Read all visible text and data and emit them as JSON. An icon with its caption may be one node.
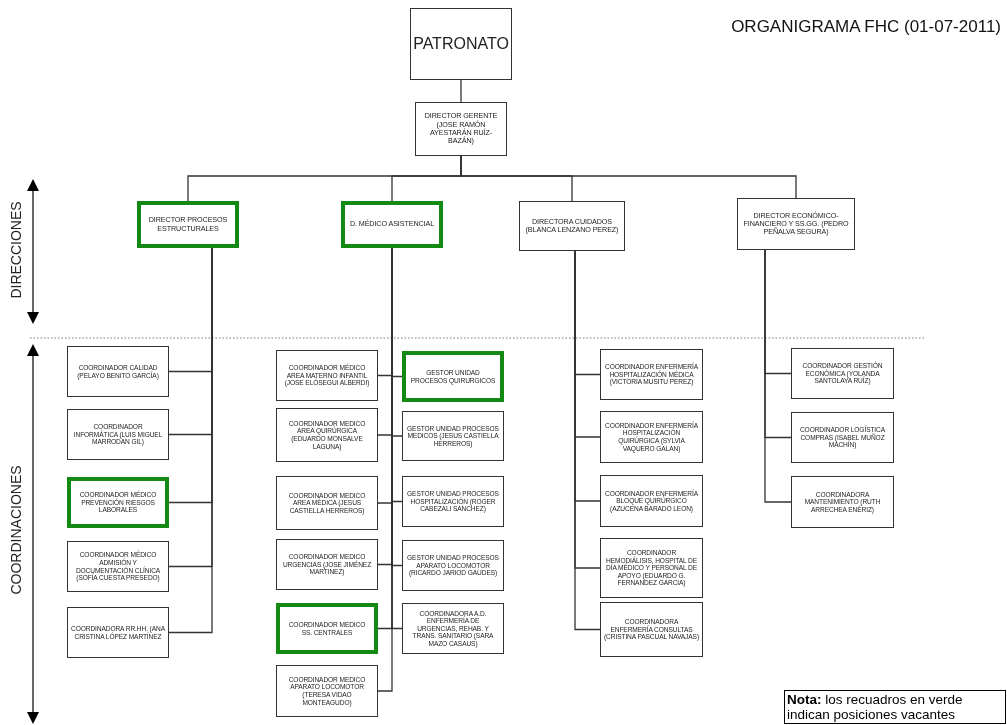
{
  "diagram": {
    "title": "ORGANIGRAMA FHC (01-07-2011)",
    "nodes": [
      {
        "text": [
          "PATRONATO"
        ]
      },
      {
        "text": [
          "DIRECTOR GERENTE (JOSE RAMÓN AYESTARÁN RUÍZ-BAZÁN)"
        ]
      },
      {
        "text": [
          "DIRECTOR PROCESOS ESTRUCTURALES"
        ]
      },
      {
        "text": [
          "D. MÉDICO ASISTENCIAL"
        ]
      },
      {
        "text": [
          "DIRECTORA CUIDADOS (BLANCA LENZANO PEREZ)"
        ]
      },
      {
        "text": [
          "DIRECTOR ECONÓMICO-FINANCIERO Y SS.GG. (PEDRO PEÑALVA SEGURA)"
        ]
      },
      {
        "text": [
          "COORDINADOR CALIDAD (PELAYO BENITO GARCÍA)"
        ]
      },
      {
        "text": [
          "COORDINADOR INFORMÁTICA (LUIS MIGUEL MARRODAN GIL)"
        ]
      },
      {
        "text": [
          "COORDINADOR MÉDICO PREVENCIÓN RIESGOS LABORALES"
        ]
      },
      {
        "text": [
          "COORDINADOR MÉDICO ADMISIÓN Y DOCUMENTACIÓN CLÍNICA (SOFÍA CUESTA PRESEDO)"
        ]
      },
      {
        "text": [
          "COORDINADORA RR.HH. (ANA CRISTINA LÓPEZ MARTÍNEZ"
        ]
      },
      {
        "text": [
          "COORDINADOR MÉDICO AREA MATERNO INFANTIL (JOSE ELÓSEGUI ALBERDI)"
        ]
      },
      {
        "text": [
          "GESTOR UNIDAD PROCESOS QUIRURGICOS"
        ]
      },
      {
        "text": [
          "COORDINADOR MEDICO AREA QUIRÚRGICA (EDUARDO MONSALVE LAGUNA)"
        ]
      },
      {
        "text": [
          "GESTOR UNIDAD PROCESOS MEDICOS (JESUS CASTIELLA HERREROS)"
        ]
      },
      {
        "text": [
          "COORDINADOR MEDICO AREA MÉDICA (JESUS CASTIELLA HERREROS)"
        ]
      },
      {
        "text": [
          "GESTOR UNIDAD PROCESOS HOSPITALIZACIÓN (ROGER CABEZALI SANCHEZ)"
        ]
      },
      {
        "text": [
          "COORDINADOR MEDICO URGENCIAS (JOSE JIMÉNEZ MARTINEZ)"
        ]
      },
      {
        "text": [
          "GESTOR UNIDAD PROCESOS APARATO LOCOMOTOR (RICARDO JARIOD GAUDES)"
        ]
      },
      {
        "text": [
          "COORDINADOR MEDICO SS. CENTRALES"
        ]
      },
      {
        "text": [
          "COORDINADORA A.D. ENFERMERÍA DE URGENCIAS, REHAB. Y TRANS. SANITARIO (SARA MAZO CASAUS)"
        ]
      },
      {
        "text": [
          "COORDINADOR MEDICO APARATO LOCOMOTOR (TERESA VIDAO MONTEAGUDO)"
        ]
      },
      {
        "text": [
          "COORDINADOR ENFERMERÍA HOSPITALIZACIÓN MÉDICA (VICTORIA MUSITU PEREZ)"
        ]
      },
      {
        "text": [
          "COORDINADOR ENFERMERÍA HOSPITALIZACIÓN QUIRÚRGICA (SYLVIA VAQUERO GALAN)"
        ]
      },
      {
        "text": [
          "COORDINADOR ENFERMERÍA BLOQUE QUIRÚRGICO (AZUCENA BARADO LEON)"
        ]
      },
      {
        "text": [
          "COORDINADOR HEMODIÁLISIS, HOSPITAL DE DÍA MÉDICO Y PERSONAL DE APOYO (EDUARDO G. FERNANDEZ GARCIA)"
        ]
      },
      {
        "text": [
          "COORDINADORA ENFERMERÍA CONSULTAS (CRISTINA PASCUAL NAVAJAS)"
        ]
      },
      {
        "text": [
          "COORDINADOR GESTIÓN ECONÓMICA (YOLANDA SANTOLAYA RUÍZ)"
        ]
      },
      {
        "text": [
          "COORDINADOR LOGÍSTICA COMPRAS (ISABEL MUÑOZ MACHÍN)"
        ]
      },
      {
        "text": [
          "COORDINADORA MANTENIMIENTO (RUTH ARRECHEA ENÉRIZ)"
        ]
      }
    ],
    "edges": [
      {
        "from": 0,
        "to": 1,
        "arrow": "none"
      },
      {
        "from": 1,
        "to": 2,
        "arrow": "none"
      },
      {
        "from": 1,
        "to": 3,
        "arrow": "none"
      },
      {
        "from": 1,
        "to": 4,
        "arrow": "none"
      },
      {
        "from": 1,
        "to": 5,
        "arrow": "none"
      },
      {
        "from": 2,
        "to": 6,
        "arrow": "none"
      },
      {
        "from": 2,
        "to": 7,
        "arrow": "none"
      },
      {
        "from": 2,
        "to": 8,
        "arrow": "none"
      },
      {
        "from": 2,
        "to": 9,
        "arrow": "none"
      },
      {
        "from": 2,
        "to": 10,
        "arrow": "none"
      },
      {
        "from": 3,
        "to": 11,
        "arrow": "none"
      },
      {
        "from": 3,
        "to": 12,
        "arrow": "none"
      },
      {
        "from": 3,
        "to": 13,
        "arrow": "none"
      },
      {
        "from": 3,
        "to": 14,
        "arrow": "none"
      },
      {
        "from": 3,
        "to": 15,
        "arrow": "none"
      },
      {
        "from": 3,
        "to": 16,
        "arrow": "none"
      },
      {
        "from": 3,
        "to": 17,
        "arrow": "none"
      },
      {
        "from": 3,
        "to": 18,
        "arrow": "none"
      },
      {
        "from": 3,
        "to": 19,
        "arrow": "none"
      },
      {
        "from": 3,
        "to": 20,
        "arrow": "none"
      },
      {
        "from": 3,
        "to": 21,
        "arrow": "none"
      },
      {
        "from": 4,
        "to": 22,
        "arrow": "none"
      },
      {
        "from": 4,
        "to": 23,
        "arrow": "none"
      },
      {
        "from": 4,
        "to": 24,
        "arrow": "none"
      },
      {
        "from": 4,
        "to": 25,
        "arrow": "none"
      },
      {
        "from": 4,
        "to": 26,
        "arrow": "none"
      },
      {
        "from": 5,
        "to": 27,
        "arrow": "none"
      },
      {
        "from": 5,
        "to": 28,
        "arrow": "none"
      },
      {
        "from": 5,
        "to": 29,
        "arrow": "none"
      }
    ],
    "labels": [
      "DIRECCIONES",
      "COORDINACIONES",
      "**Nota:** los recuadros en verde indican posiciones vacantes"
    ]
  }
}
